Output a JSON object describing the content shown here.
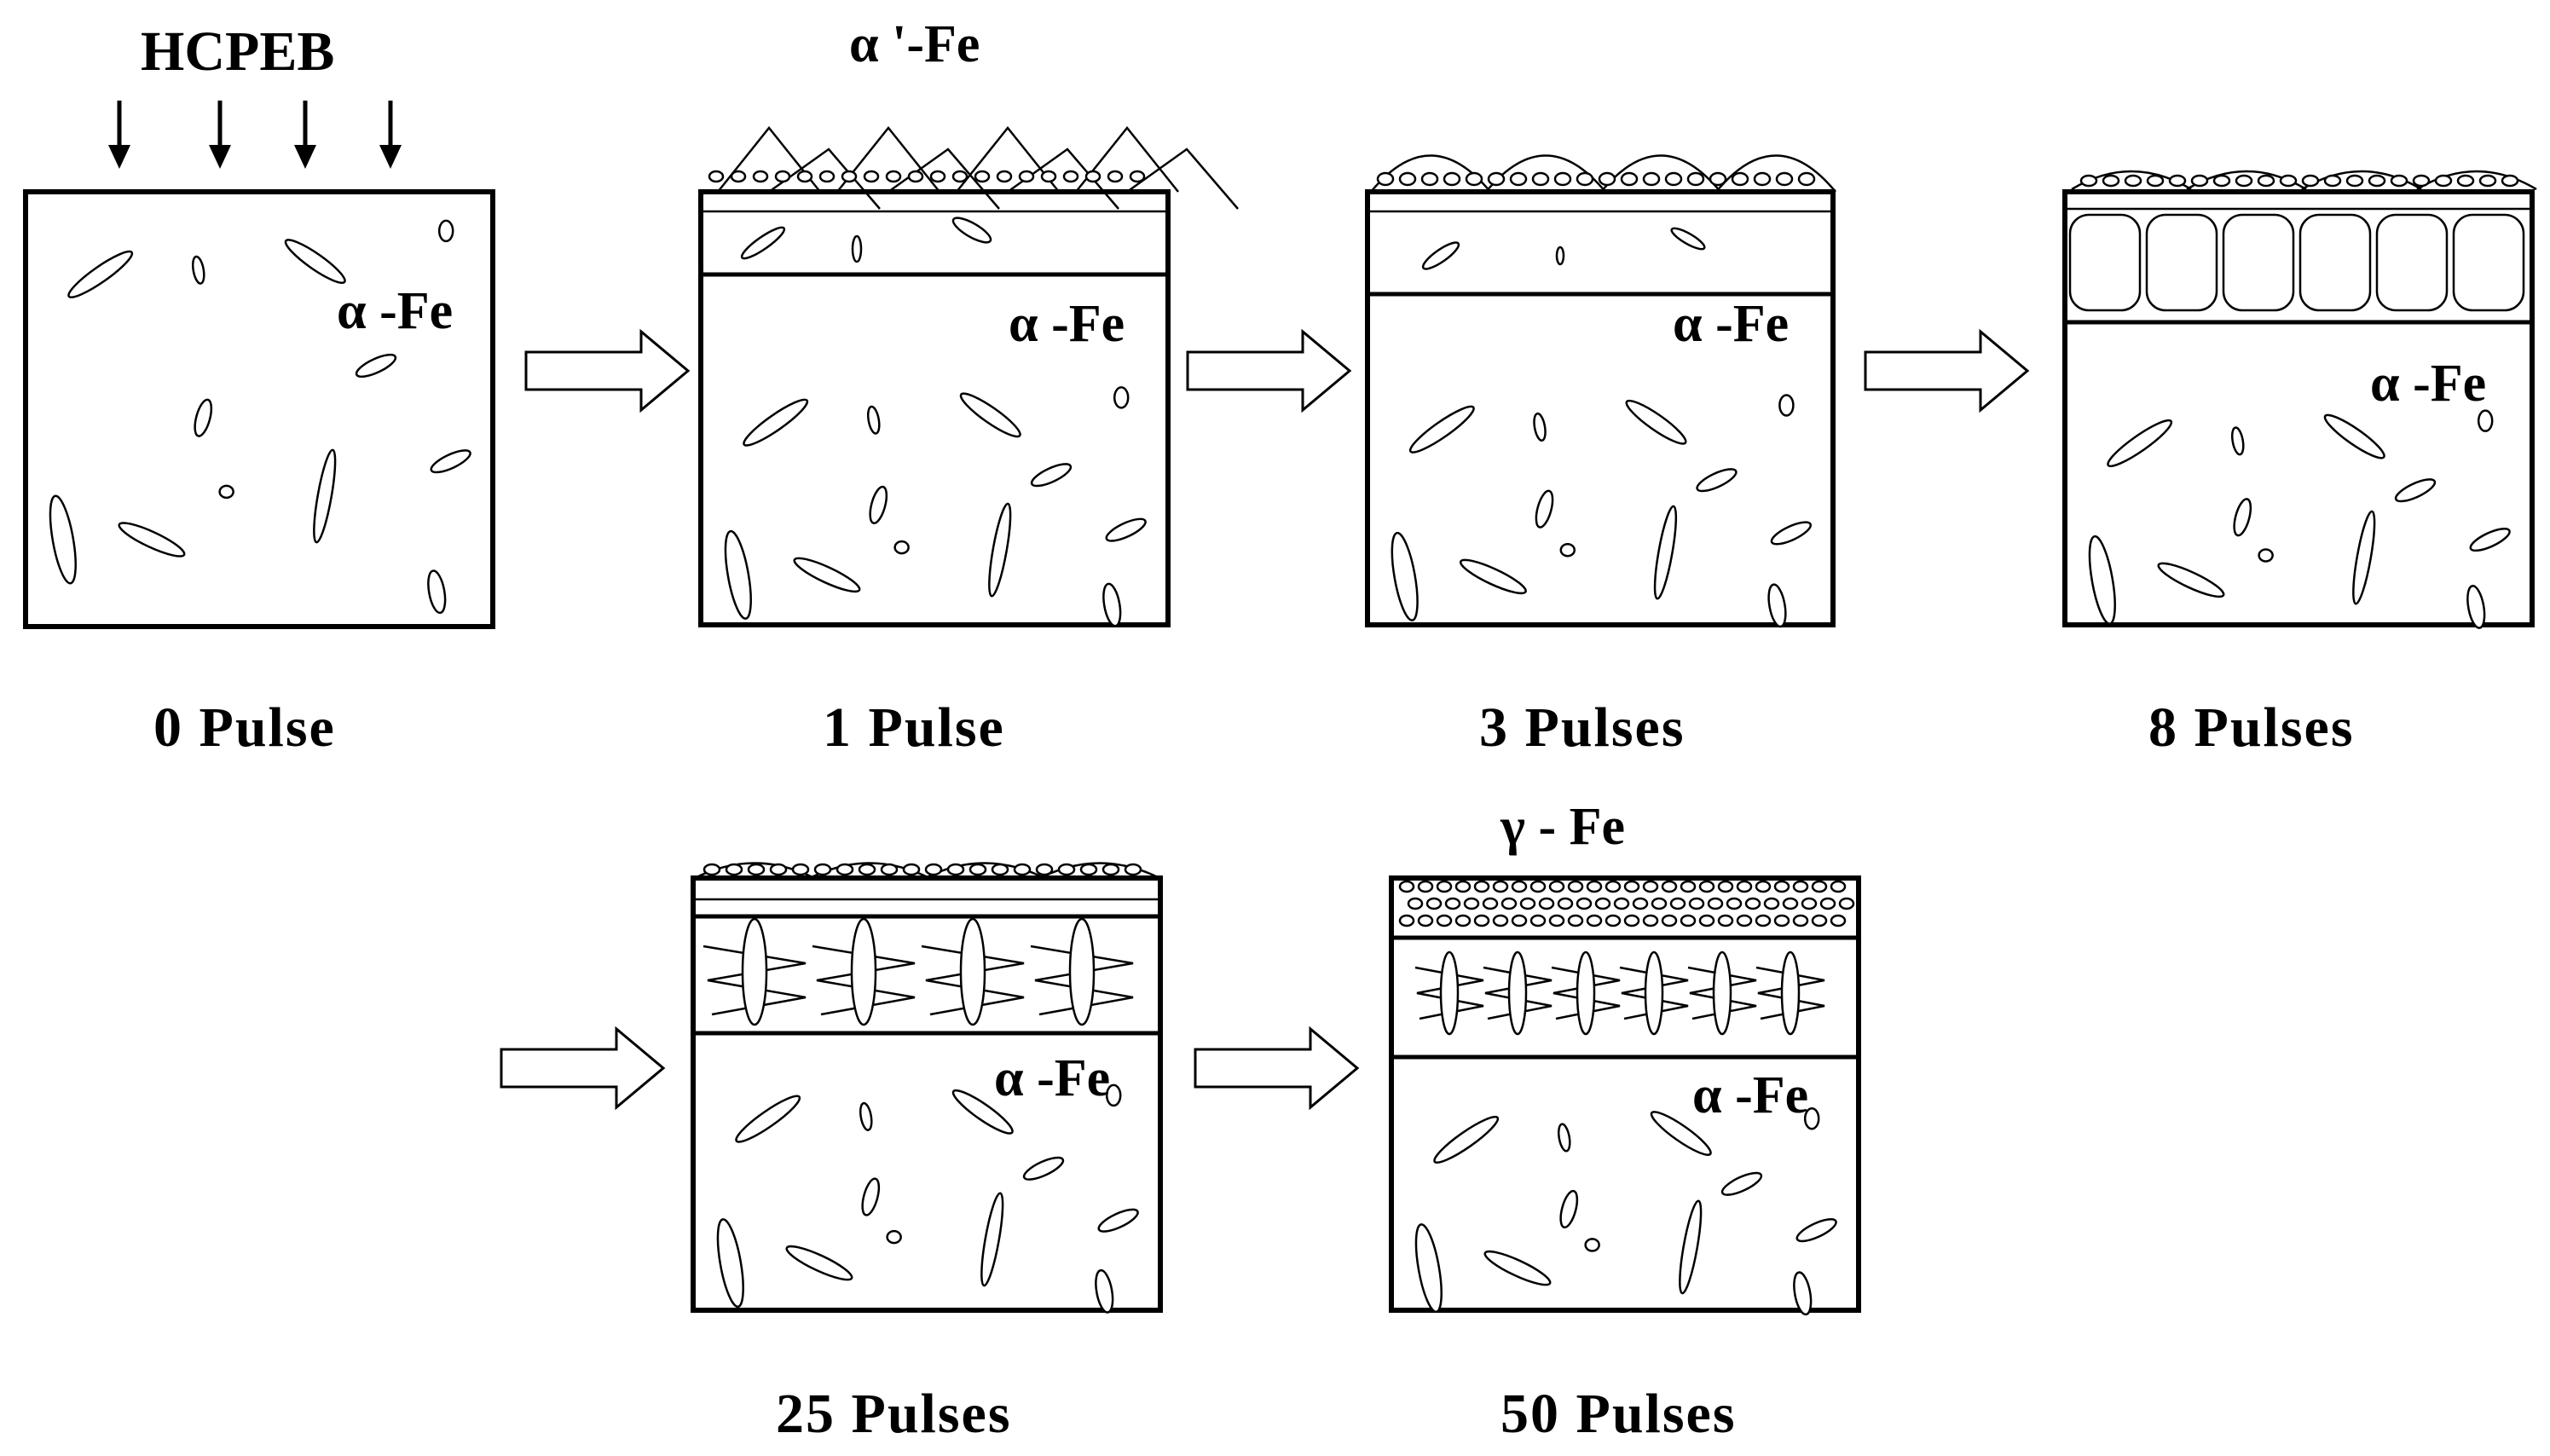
{
  "diagram": {
    "beam_label": "HCPEB",
    "stages": [
      {
        "caption": "0  Pulse",
        "phase_label": "α -Fe"
      },
      {
        "caption": "1  Pulse",
        "phase_label": "α -Fe",
        "top_label": "α '-Fe"
      },
      {
        "caption": "3  Pulses",
        "phase_label": "α -Fe"
      },
      {
        "caption": "8  Pulses",
        "phase_label": "α -Fe"
      },
      {
        "caption": "25  Pulses",
        "phase_label": "α -Fe"
      },
      {
        "caption": "50  Pulses",
        "phase_label": "α -Fe",
        "top_label": "γ  - Fe"
      }
    ]
  }
}
